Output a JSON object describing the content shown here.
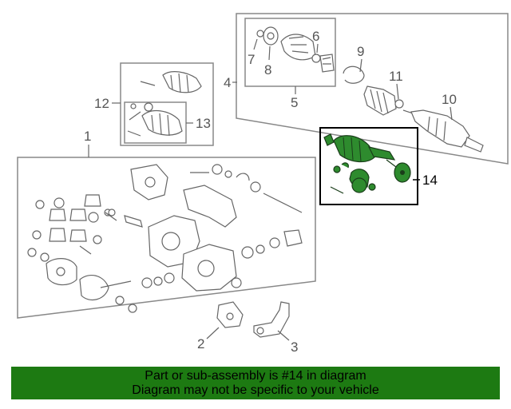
{
  "callouts": {
    "c1": "1",
    "c2": "2",
    "c3": "3",
    "c4": "4",
    "c5": "5",
    "c6": "6",
    "c7": "7",
    "c8": "8",
    "c9": "9",
    "c10": "10",
    "c11": "11",
    "c12": "12",
    "c13": "13",
    "c14": "14"
  },
  "highlight": {
    "part_number": "14",
    "color": "#1d7a12",
    "fill": "#2e8b2e"
  },
  "banner": {
    "line1": "Part or sub-assembly is #14 in diagram",
    "line2": "Diagram may not be specific to your vehicle"
  }
}
